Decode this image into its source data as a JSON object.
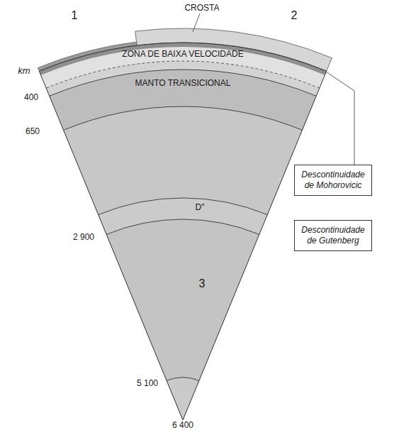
{
  "diagram": {
    "nodes": [
      {
        "text": [
          "Descontinuidade de Mohorovicic"
        ]
      },
      {
        "text": [
          "Descontinuidade de Gutenberg"
        ]
      }
    ],
    "labels": [
      "CROSTA",
      "1",
      "2",
      "km",
      "ZONA DE BAIXA VELOCIDADE",
      "MANTO TRANSICIONAL",
      "400",
      "650",
      "D″",
      "2 900",
      "3",
      "5 100",
      "6 400"
    ]
  }
}
